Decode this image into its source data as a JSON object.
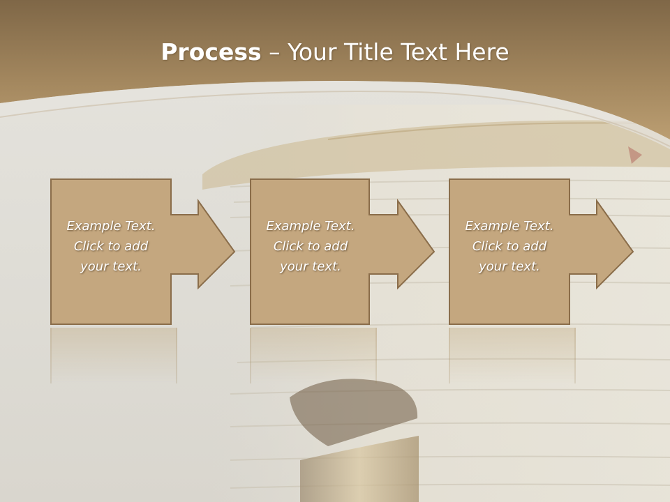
{
  "slide": {
    "title_bold": "Process",
    "title_rest": " – Your Title Text Here"
  },
  "steps": [
    {
      "text": "Example Text.\nClick  to add\nyour text."
    },
    {
      "text": "Example Text.\nClick  to add\nyour text."
    },
    {
      "text": "Example Text.\nClick  to add\nyour text."
    }
  ],
  "colors": {
    "header": "#8e7554",
    "box_fill": "#c4a77f",
    "box_border": "#8a6d4a",
    "text": "#ffffff"
  }
}
